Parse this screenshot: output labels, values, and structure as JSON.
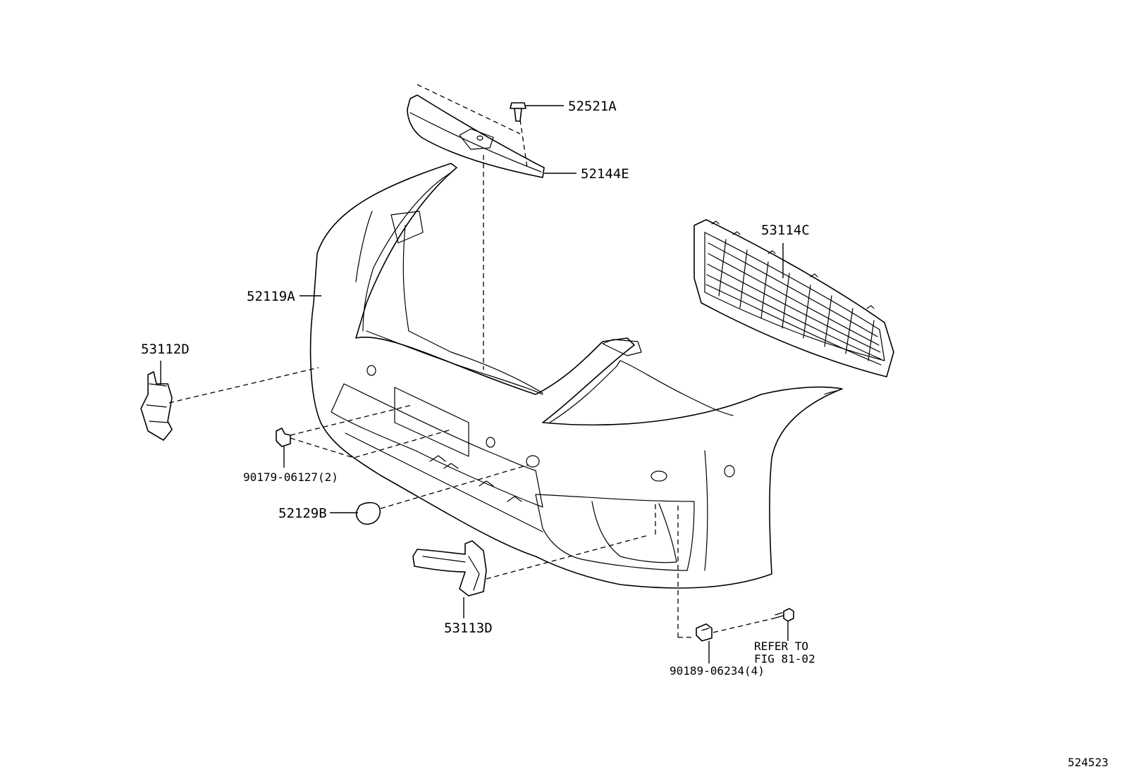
{
  "diagram": {
    "labels": {
      "p52521A": "52521A",
      "p52144E": "52144E",
      "p53114C": "53114C",
      "p52119A": "52119A",
      "p53112D": "53112D",
      "p90179": "90179-06127(2)",
      "p52129B": "52129B",
      "p53113D": "53113D",
      "p90189": "90189-06234(4)",
      "refer_line1": "REFER TO",
      "refer_line2": "FIG 81-02"
    },
    "figure_number": "524523"
  }
}
